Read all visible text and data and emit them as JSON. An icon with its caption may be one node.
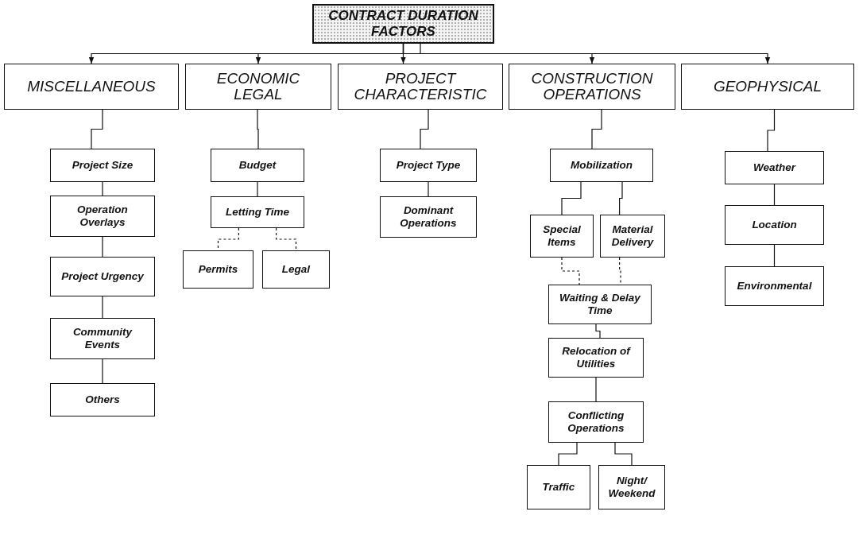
{
  "diagram": {
    "nodes": [
      {
        "text": [
          "CONTRACT DURATION FACTORS"
        ]
      },
      {
        "text": [
          "MISCELLANEOUS"
        ]
      },
      {
        "text": [
          "ECONOMIC LEGAL"
        ]
      },
      {
        "text": [
          "PROJECT CHARACTERISTIC"
        ]
      },
      {
        "text": [
          "CONSTRUCTION OPERATIONS"
        ]
      },
      {
        "text": [
          "GEOPHYSICAL"
        ]
      },
      {
        "text": [
          "Project Size"
        ]
      },
      {
        "text": [
          "Operation Overlays"
        ]
      },
      {
        "text": [
          "Project Urgency"
        ]
      },
      {
        "text": [
          "Community Events"
        ]
      },
      {
        "text": [
          "Others"
        ]
      },
      {
        "text": [
          "Budget"
        ]
      },
      {
        "text": [
          "Letting Time"
        ]
      },
      {
        "text": [
          "Permits"
        ]
      },
      {
        "text": [
          "Legal"
        ]
      },
      {
        "text": [
          "Project Type"
        ]
      },
      {
        "text": [
          "Dominant Operations"
        ]
      },
      {
        "text": [
          "Mobilization"
        ]
      },
      {
        "text": [
          "Special Items"
        ]
      },
      {
        "text": [
          "Material Delivery"
        ]
      },
      {
        "text": [
          "Waiting & Delay Time"
        ]
      },
      {
        "text": [
          "Relocation of Utilities"
        ]
      },
      {
        "text": [
          "Conflicting Operations"
        ]
      },
      {
        "text": [
          "Traffic"
        ]
      },
      {
        "text": [
          "Night/ Weekend"
        ]
      },
      {
        "text": [
          "Weather"
        ]
      },
      {
        "text": [
          "Location"
        ]
      },
      {
        "text": [
          "Environmental"
        ]
      }
    ],
    "edges": [
      {
        "from": 0,
        "to": 1,
        "arrow": "to"
      },
      {
        "from": 0,
        "to": 2,
        "arrow": "to"
      },
      {
        "from": 0,
        "to": 3,
        "arrow": "to"
      },
      {
        "from": 0,
        "to": 4,
        "arrow": "to"
      },
      {
        "from": 0,
        "to": 5,
        "arrow": "to"
      },
      {
        "from": 1,
        "to": 6,
        "arrow": "none"
      },
      {
        "from": 6,
        "to": 7,
        "arrow": "none"
      },
      {
        "from": 7,
        "to": 8,
        "arrow": "none"
      },
      {
        "from": 8,
        "to": 9,
        "arrow": "none"
      },
      {
        "from": 9,
        "to": 10,
        "arrow": "none"
      },
      {
        "from": 2,
        "to": 11,
        "arrow": "none"
      },
      {
        "from": 11,
        "to": 12,
        "arrow": "none"
      },
      {
        "from": 12,
        "to": 13,
        "arrow": "none",
        "style": "dashed"
      },
      {
        "from": 12,
        "to": 14,
        "arrow": "none",
        "style": "dashed"
      },
      {
        "from": 3,
        "to": 15,
        "arrow": "none"
      },
      {
        "from": 15,
        "to": 16,
        "arrow": "none"
      },
      {
        "from": 4,
        "to": 17,
        "arrow": "none"
      },
      {
        "from": 17,
        "to": 18,
        "arrow": "none"
      },
      {
        "from": 17,
        "to": 19,
        "arrow": "none"
      },
      {
        "from": 18,
        "to": 20,
        "arrow": "none",
        "style": "dashed"
      },
      {
        "from": 19,
        "to": 20,
        "arrow": "none",
        "style": "dashed"
      },
      {
        "from": 20,
        "to": 21,
        "arrow": "none"
      },
      {
        "from": 21,
        "to": 22,
        "arrow": "none"
      },
      {
        "from": 22,
        "to": 23,
        "arrow": "none"
      },
      {
        "from": 22,
        "to": 24,
        "arrow": "none"
      },
      {
        "from": 5,
        "to": 25,
        "arrow": "none"
      },
      {
        "from": 25,
        "to": 26,
        "arrow": "none"
      },
      {
        "from": 26,
        "to": 27,
        "arrow": "none"
      }
    ]
  }
}
